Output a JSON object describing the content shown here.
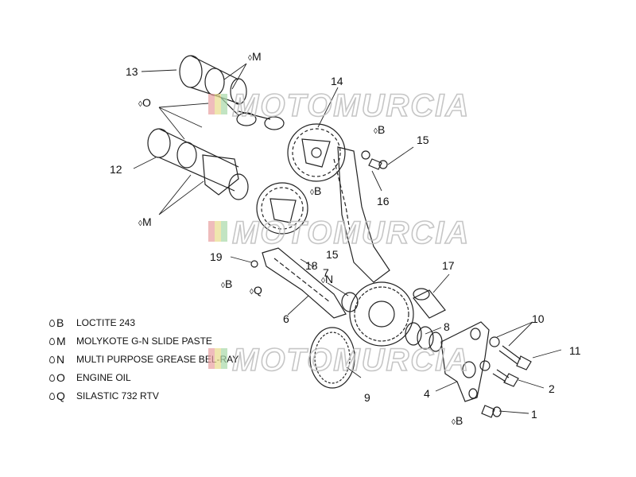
{
  "callouts": {
    "n1": "1",
    "n2": "2",
    "n4": "4",
    "n6": "6",
    "n7": "7",
    "n8": "8",
    "n9": "9",
    "n10": "10",
    "n11": "11",
    "n12": "12",
    "n13": "13",
    "n14": "14",
    "n15a": "15",
    "n15b": "15",
    "n16": "16",
    "n17": "17",
    "n18": "18",
    "n19": "19",
    "mM1": "M",
    "mM2": "M",
    "mO": "O",
    "mB1": "B",
    "mB2": "B",
    "mB3": "B",
    "mB4": "B",
    "mN": "N",
    "mQ": "Q"
  },
  "legend": [
    {
      "key": "B",
      "label": "LOCTITE 243"
    },
    {
      "key": "M",
      "label": "MOLYKOTE G-N SLIDE PASTE"
    },
    {
      "key": "N",
      "label": "MULTI PURPOSE GREASE BEL-RAY"
    },
    {
      "key": "O",
      "label": "ENGINE OIL"
    },
    {
      "key": "Q",
      "label": "SILASTIC 732 RTV"
    }
  ],
  "watermark": "MOTOMURCIA",
  "colors": {
    "line": "#222222",
    "watermark_red": "#e8a0a0",
    "watermark_yellow": "#e8dc8c",
    "watermark_green": "#a8d8a8"
  }
}
